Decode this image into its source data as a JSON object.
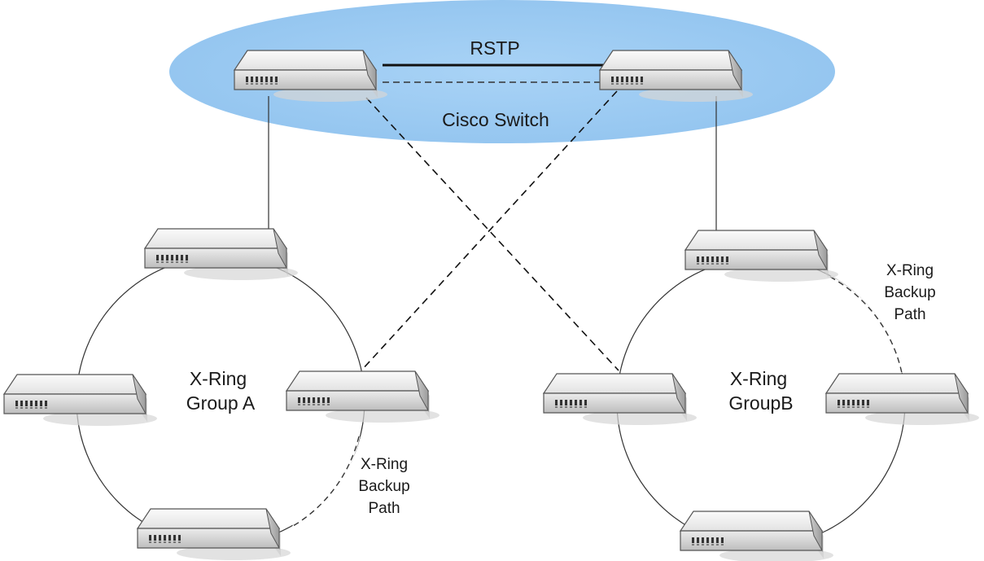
{
  "top_group": {
    "protocol_label": "RSTP",
    "name_label": "Cisco Switch"
  },
  "ring_a": {
    "name_line1": "X-Ring",
    "name_line2": "Group A",
    "backup_line1": "X-Ring",
    "backup_line2": "Backup",
    "backup_line3": "Path"
  },
  "ring_b": {
    "name_line1": "X-Ring",
    "name_line2": "GroupB",
    "backup_line1": "X-Ring",
    "backup_line2": "Backup",
    "backup_line3": "Path"
  },
  "colors": {
    "ellipse_fill": "#9fcdf4",
    "line": "#333333",
    "switch_front": "#d9d9d9",
    "switch_top": "#f4f4f4",
    "switch_side": "#b7b7b7",
    "shadow": "#cfcfcf"
  },
  "icons": {
    "switch": "network-switch-icon"
  }
}
